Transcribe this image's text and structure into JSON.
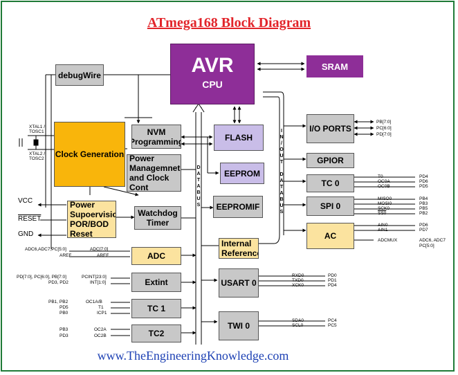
{
  "title": "ATmega168 Block Diagram",
  "footer": "www.TheEngineeringKnowledge.com",
  "blocks": {
    "avr": "AVR",
    "cpu": "CPU",
    "sram": "SRAM",
    "debugwire": "debugWire",
    "clock_generation": "Clock Generation",
    "nvm_programming": "NVM Programming",
    "power_management": "Power Managemnet and Clock Cont",
    "power_supervision": "Power Supoervision POR/BOD Reset",
    "watchdog_timer": "Watchdog Timer",
    "flash": "FLASH",
    "eeprom": "EEPROM",
    "eepromif": "EEPROMIF",
    "internal_reference": "Internal Reference",
    "adc": "ADC",
    "extint": "Extint",
    "tc1": "TC 1",
    "tc2": "TC2",
    "usart0": "USART 0",
    "twi0": "TWI 0",
    "io_ports": "I/O PORTS",
    "gpior": "GPIOR",
    "tc0": "TC 0",
    "spi0": "SPI 0",
    "ac": "AC"
  },
  "buses": {
    "databus_left": "D\nA\nT\nA\nB\nU\nS",
    "in_out_databus": "I\nN\n/\nO\nU\nT\n\nD\nA\nT\nA\nB\nU\nS"
  },
  "supply": {
    "vcc": "VCC",
    "reset": "RESET",
    "gnd": "GND"
  },
  "pins": {
    "xtal1": "XTAL1 /",
    "tosc1": "TOSC1",
    "xtal2": "XTAL2 /",
    "tosc2": "TOSC2",
    "adc_channels": "ADC6,ADC7,PC[5:0]",
    "aref_left": "AREF",
    "adc_bus": "ADC[7:0]",
    "aref_right": "AREF",
    "extint_ports": "PD[7:0], PC[6:0], PB[7:0]",
    "pd3_pd2": "PD3, PD2",
    "pcint": "PCINT[23:0]",
    "int": "INT[1:0]",
    "pb1_pb2": "PB1, PB2",
    "pd5": "PD5",
    "pb0": "PB0",
    "oc1ab": "OC1A/B",
    "t1": "T1",
    "icp1": "ICP1",
    "pb3": "PB3",
    "pd3": "PD3",
    "oc2a": "OC2A",
    "oc2b": "OC2B",
    "pb_port": "PB[7:0]",
    "pc_port": "PC[6:0]",
    "pd_port": "PD[7:0]",
    "t0": "T0",
    "oc0a": "OC0A",
    "oc0b": "OC0B",
    "pd4": "PD4",
    "pd6": "PD6",
    "pd5_tc0": "PD5",
    "miso0": "MISO0",
    "mosi0": "MOSI0",
    "sck0": "SCK0",
    "ss0": "SS0",
    "pb4": "PB4",
    "pb3_spi": "PB3",
    "pb5": "PB5",
    "pb2": "PB2",
    "ain0": "AIN0",
    "ain1": "AIN1",
    "adcmux": "ADCMUX",
    "pd6_ac": "PD6",
    "pd7": "PD7",
    "adc6_adc7": "ADC6, ADC7",
    "pc50": "PC[5:0]",
    "rxd0": "RxD0",
    "txd0": "TxD0",
    "xck0": "XCK0",
    "pd0": "PD0",
    "pd1": "PD1",
    "pd4_usart": "PD4",
    "sda0": "SDA0",
    "scl0": "SCL0",
    "pc4": "PC4",
    "pc5": "PC5"
  }
}
